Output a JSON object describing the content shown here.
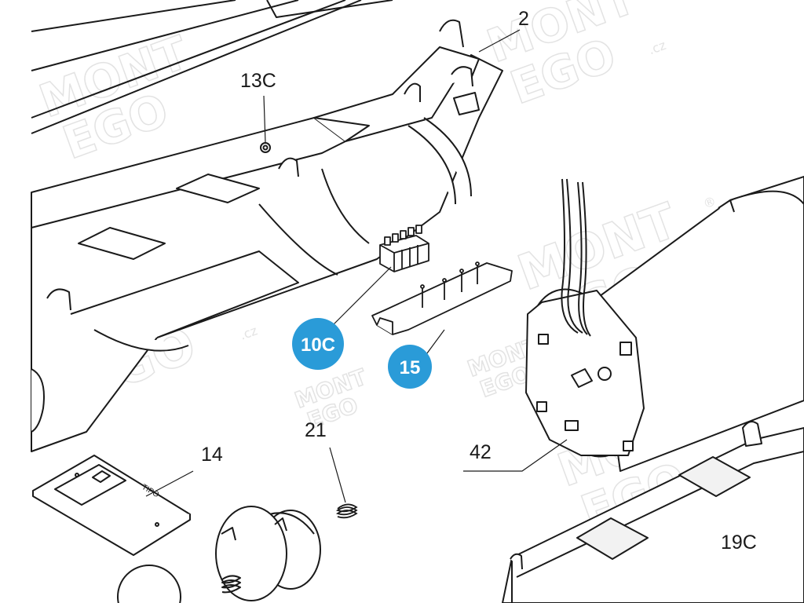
{
  "watermark": {
    "line1": "MONT",
    "line2": "EGO",
    "suffix": ".cz",
    "mark": "®"
  },
  "labels": {
    "part_2": "2",
    "part_13c": "13C",
    "part_14": "14",
    "part_21": "21",
    "part_42": "42",
    "part_19c": "19C",
    "part_10c": "10C",
    "part_15": "15"
  },
  "plate_text": "TIPO",
  "colors": {
    "callout_fill": "#2a9bd8",
    "line": "#1a1a1a",
    "pad_fill": "#f2f2f2"
  }
}
